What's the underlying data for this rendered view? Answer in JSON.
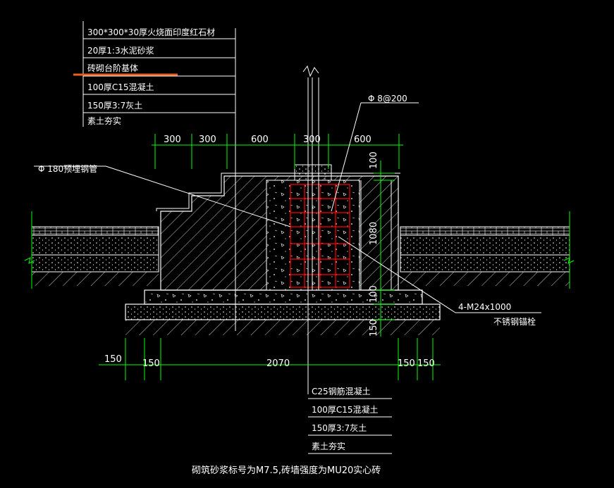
{
  "colors": {
    "background": "#000000",
    "line": "#ffffff",
    "dimension": "#00ff00",
    "rebar": "#ff0000",
    "highlight": "#e8601c"
  },
  "top_callouts": [
    "300*300*30厚火烧面印度红石材",
    "20厚1:3水泥砂浆",
    "砖砌台阶基体",
    "100厚C15混凝土",
    "150厚3:7灰土",
    "素土夯实"
  ],
  "bottom_callouts": [
    "C25钢筋混凝土",
    "100厚C15混凝土",
    "150厚3:7灰土",
    "素土夯实"
  ],
  "labels": {
    "rebar": "Φ 8@200",
    "pipe": "Φ 180预埋钢管",
    "bolt_count": "4-M24x1000",
    "bolt_type": "不锈钢锚栓"
  },
  "dims": {
    "top": [
      "300",
      "300",
      "600",
      "300",
      "600"
    ],
    "right": [
      "100",
      "1080",
      "100",
      "150"
    ],
    "bottom_total": "2070",
    "bottom_small": [
      "150",
      "150",
      "150",
      "150"
    ]
  },
  "note": "砌筑砂浆标号为M7.5,砖墙强度为MU20实心砖"
}
